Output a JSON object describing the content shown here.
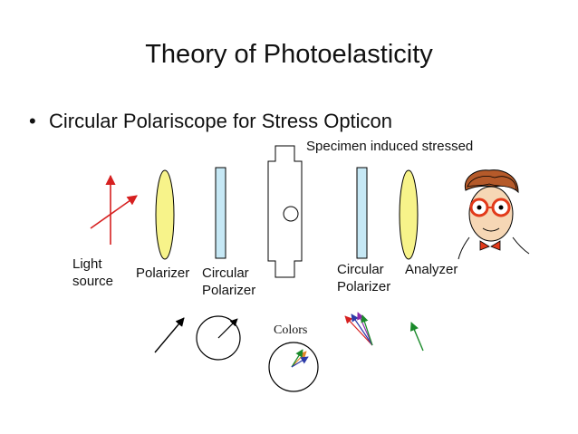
{
  "slide": {
    "title": "Theory of Photoelasticity",
    "bullet": "Circular Polariscope  for Stress Opticon",
    "bullet_symbol": "•"
  },
  "labels": {
    "specimen": "Specimen induced stressed",
    "light_source_line1": "Light",
    "light_source_line2": "source",
    "polarizer": "Polarizer",
    "circular_polarizer_1_line1": "Circular",
    "circular_polarizer_1_line2": "Polarizer",
    "circular_polarizer_2_line1": "Circular",
    "circular_polarizer_2_line2": "Polarizer",
    "analyzer": "Analyzer",
    "colors": "Colors"
  },
  "colors": {
    "light_arrow": "#d62020",
    "lens_fill": "#f7f38a",
    "plate_fill": "#c6e8f5",
    "vector_black": "#000000",
    "vector_green": "#1a8a2a",
    "vector_blue": "#2b3aa8",
    "vector_purple": "#8a2aa8",
    "vector_red": "#d62020",
    "vector_orange": "#e0872a",
    "face_skin": "#f6d7b5",
    "hair": "#b55a2a",
    "glasses": "#e23a1a"
  }
}
